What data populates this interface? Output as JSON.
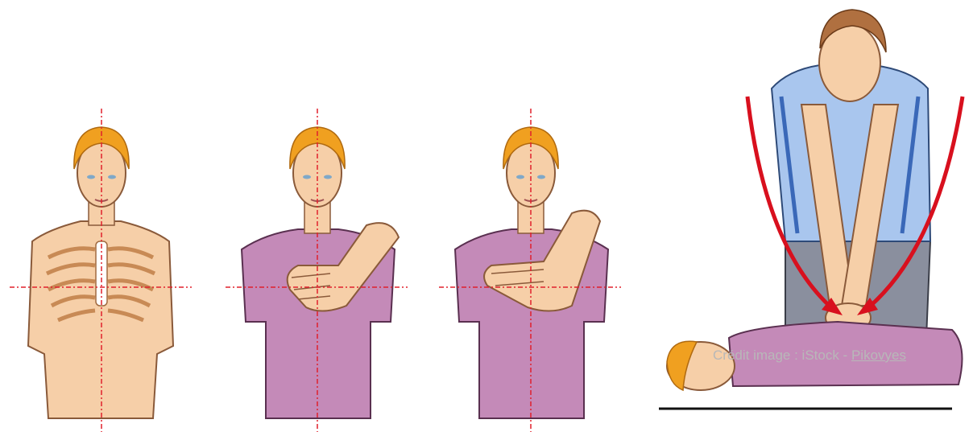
{
  "credit": {
    "prefix": "Crédit image : iStock - ",
    "author": "Pikovyes"
  },
  "colors": {
    "hair": "#f0a020",
    "skin": "#f6cfa8",
    "shirt_purple": "#c48ab8",
    "shirt_blue": "#a9c6ee",
    "pants": "#8a8f9e",
    "bone": "#d7a06a",
    "guide_line": "#e0202c",
    "arrow": "#d8101e",
    "ground": "#111111"
  },
  "panels": [
    {
      "id": "sternum-landmark",
      "icon": "ribcage-sternum-icon"
    },
    {
      "id": "hand-placement-heel",
      "icon": "hand-heel-icon"
    },
    {
      "id": "hand-placement-interlock",
      "icon": "hands-interlocked-icon"
    },
    {
      "id": "chest-compression",
      "icon": "cpr-compression-icon"
    }
  ]
}
